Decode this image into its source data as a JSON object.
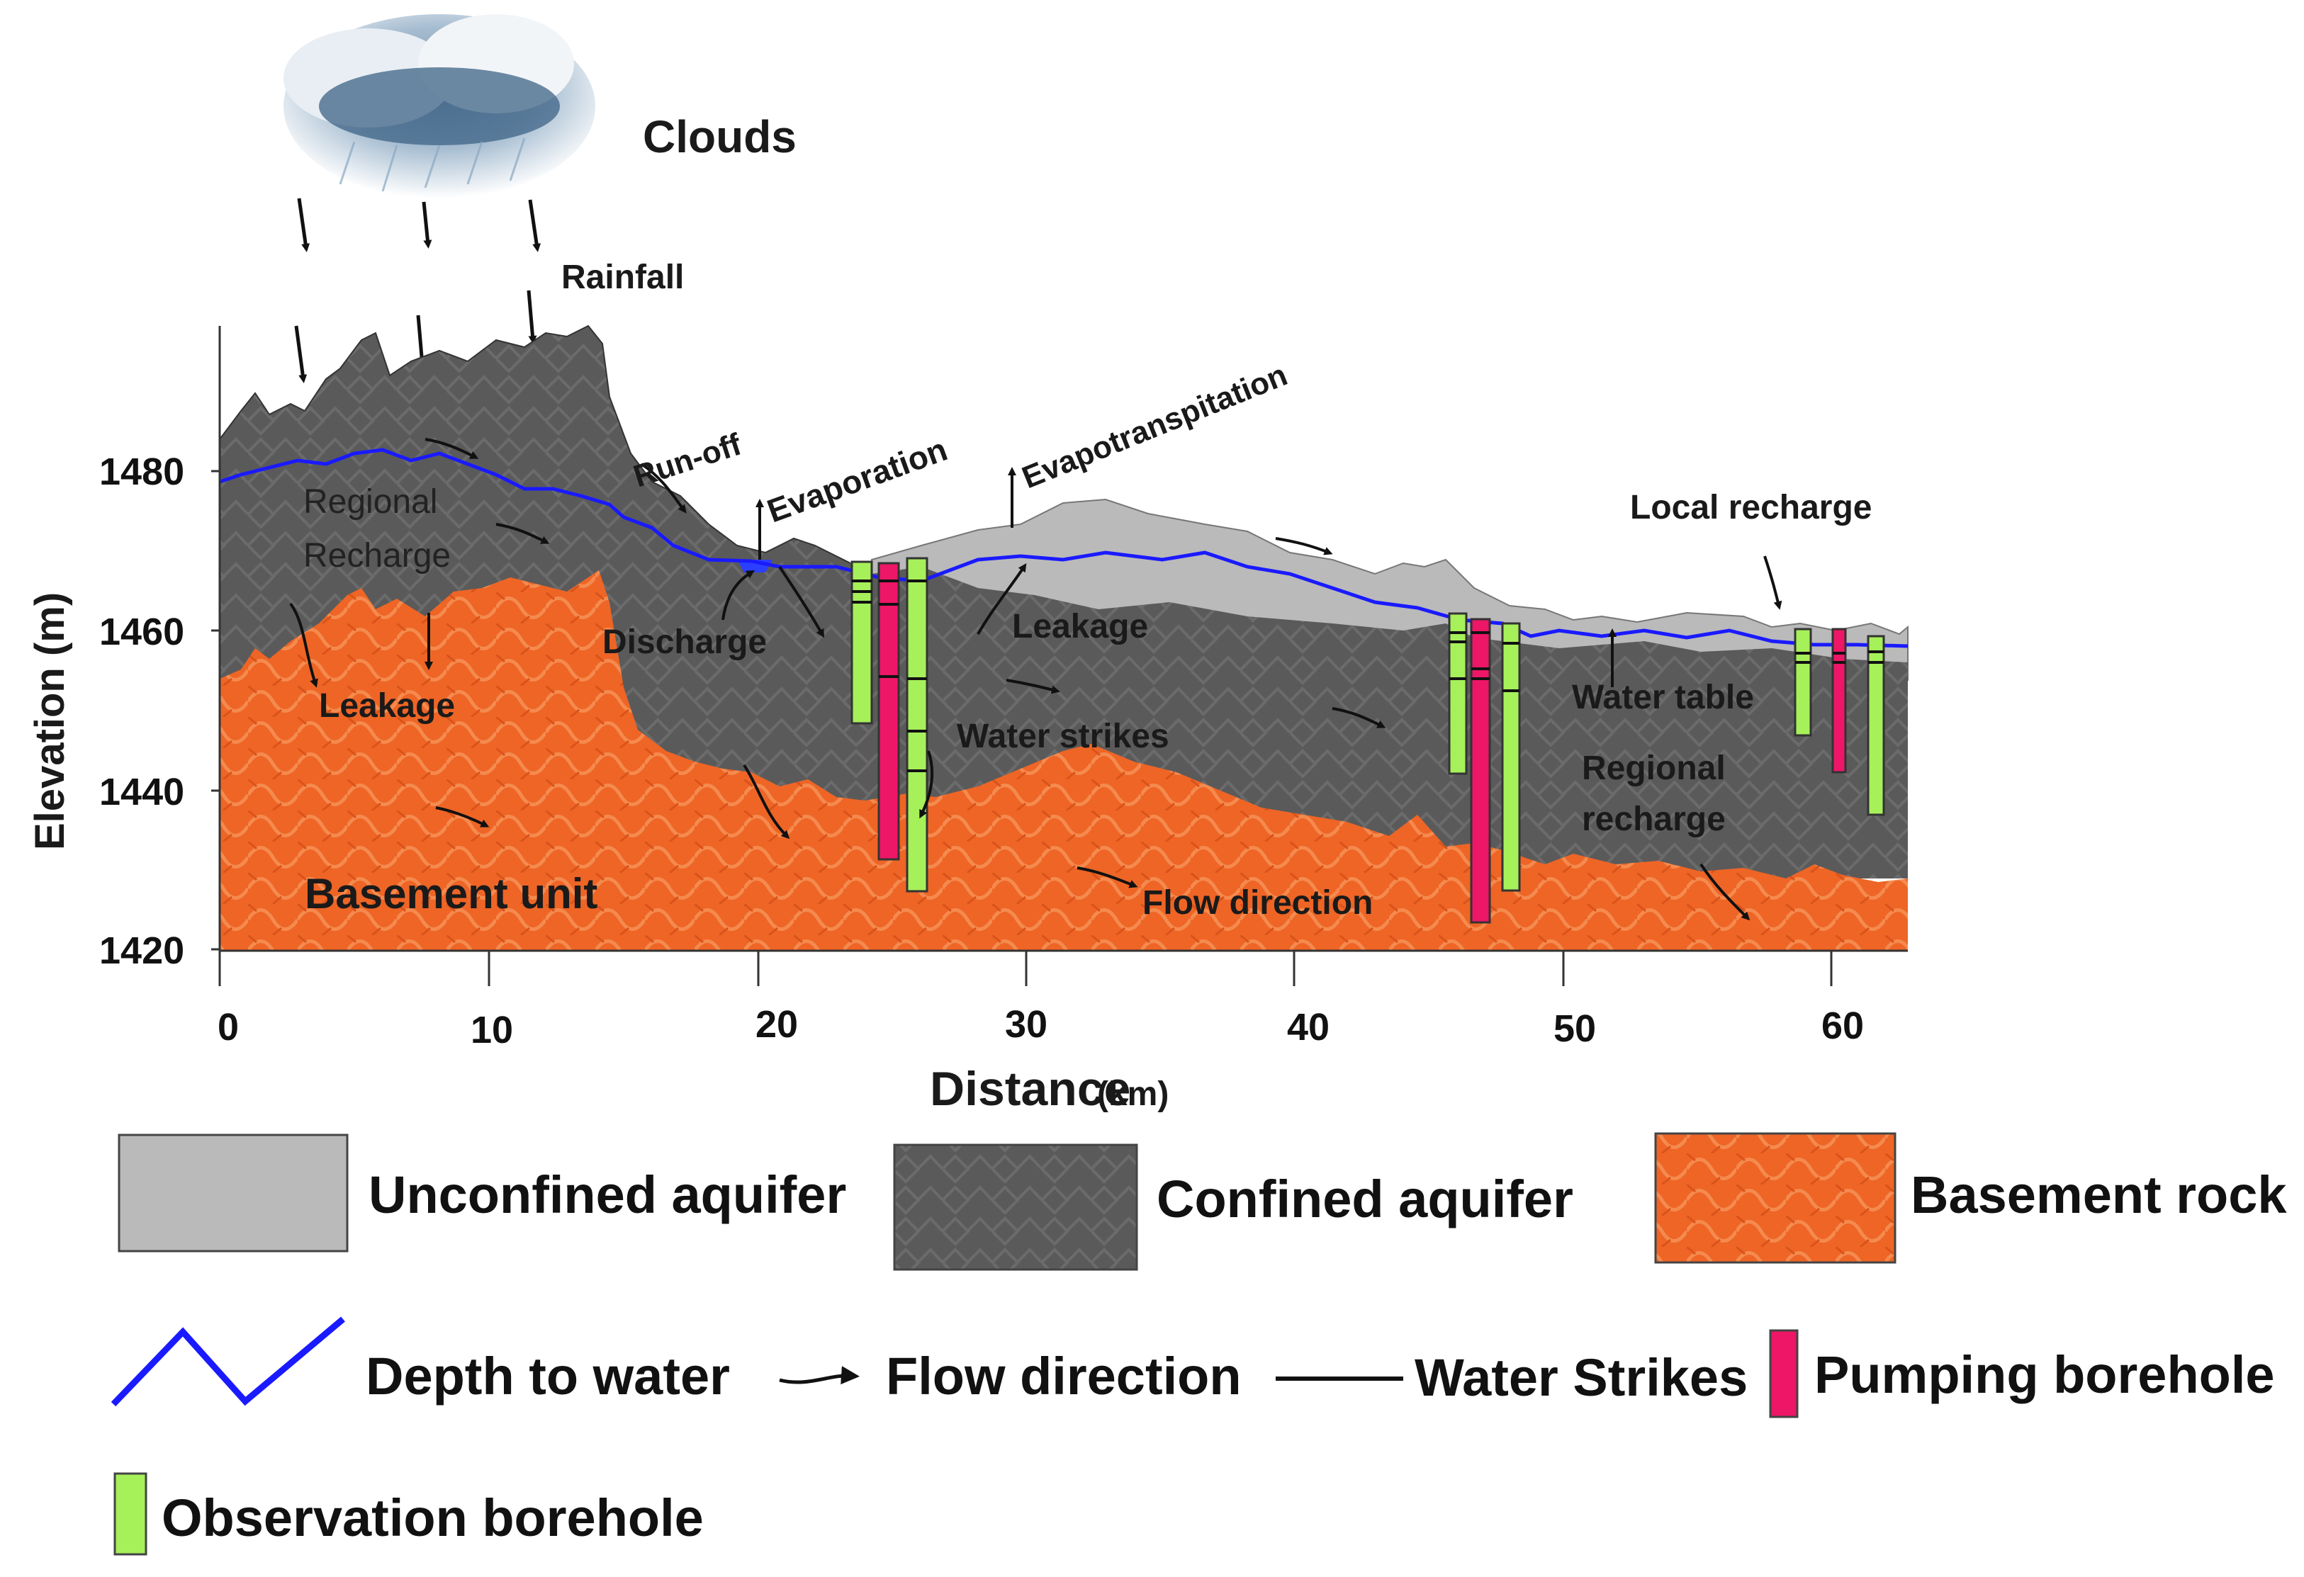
{
  "labels": {
    "clouds": "Clouds",
    "rainfall": "Rainfall",
    "run_off": "Run-off",
    "evaporation": "Evaporation",
    "evapotranspiration": "Evapotranspitation",
    "local_recharge": "Local recharge",
    "regional_recharge_1": "Regional",
    "regional_recharge_2": "Recharge",
    "discharge": "Discharge",
    "leakage_left": "Leakage",
    "leakage_mid": "Leakage",
    "water_strikes": "Water strikes",
    "water_table": "Water table",
    "regional_recharge_b1": "Regional",
    "regional_recharge_b2": "recharge",
    "basement_unit": "Basement unit",
    "flow_direction": "Flow direction"
  },
  "axes": {
    "ylabel": "Elevation (m)",
    "xlabel_main": "Distance",
    "xlabel_unit": "(km)",
    "y_ticks": [
      "1480",
      "1460",
      "1440",
      "1420"
    ],
    "x_ticks": [
      "0",
      "10",
      "20",
      "30",
      "40",
      "50",
      "60"
    ]
  },
  "legend": {
    "unconfined": "Unconfined aquifer",
    "confined": "Confined aquifer",
    "basement": "Basement rock",
    "depth_to_water": "Depth to water",
    "flow_direction": "Flow direction",
    "water_strikes": "Water Strikes",
    "pumping": "Pumping borehole",
    "observation": "Observation borehole"
  },
  "colors": {
    "unconfined": "#b9b9b9",
    "confined": "#5a5a5a",
    "basement": "#ee6526",
    "water_line": "#1a1aff",
    "observation": "#a6f05a",
    "pumping": "#ee1666"
  }
}
